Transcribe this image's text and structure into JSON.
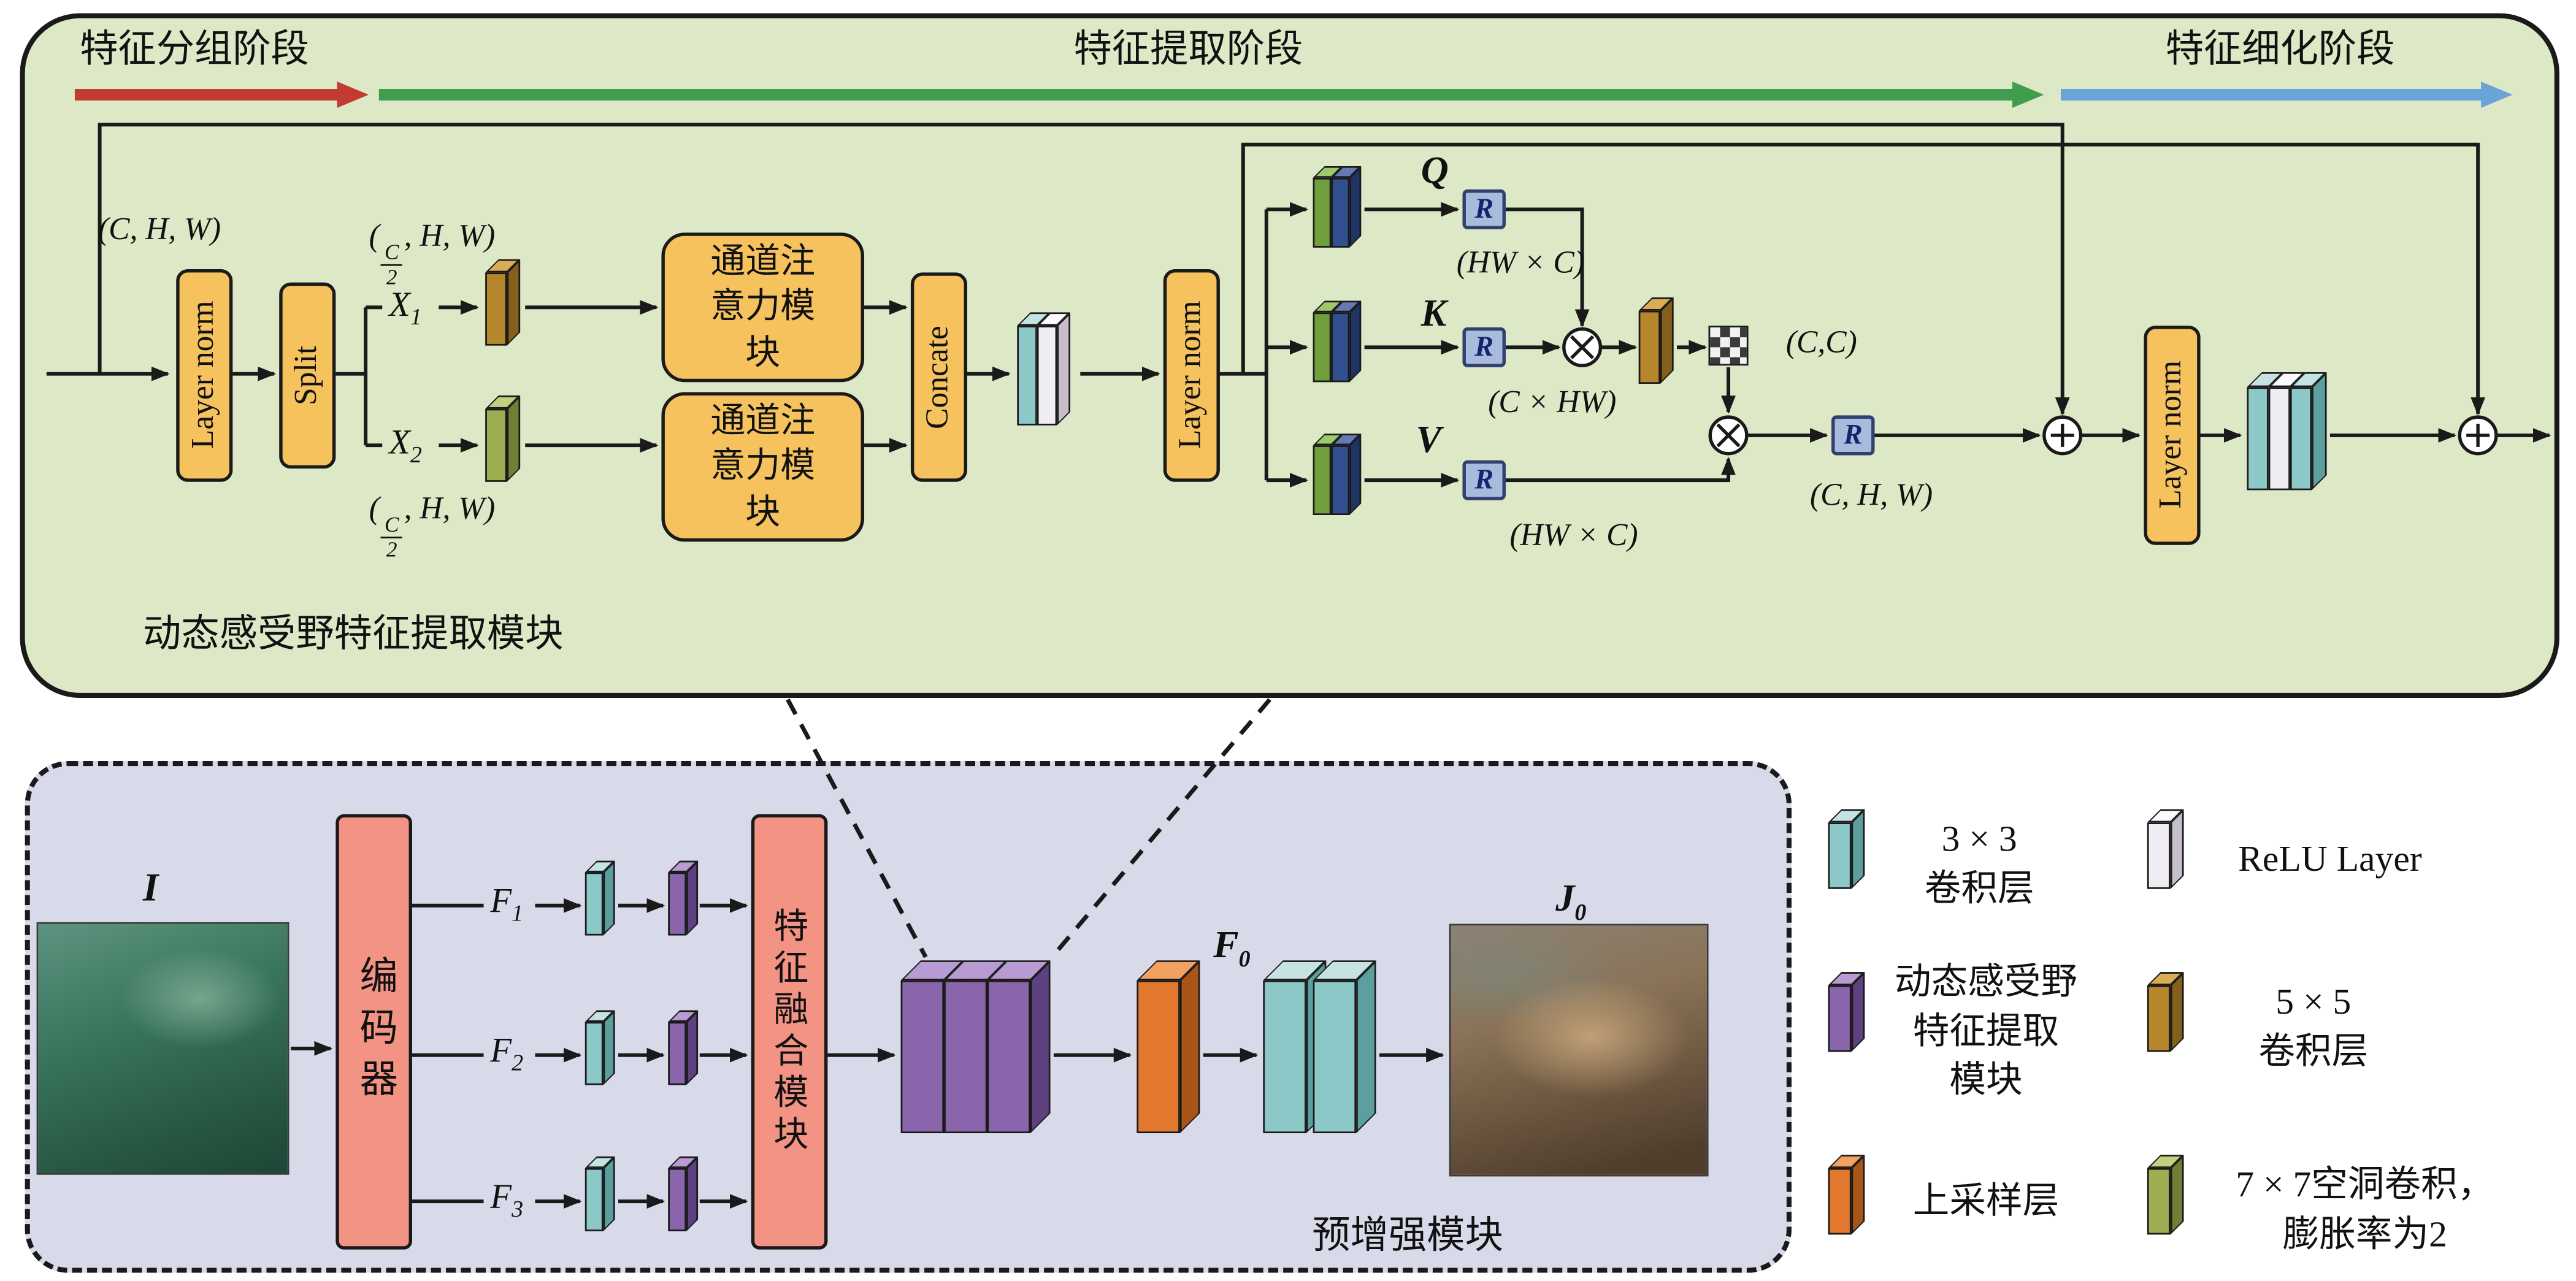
{
  "stages": [
    "特征分组阶段",
    "特征提取阶段",
    "特征细化阶段"
  ],
  "drf": {
    "title": "动态感受野特征提取模块",
    "input_dim": "(C, H, W)",
    "layer_norm": "Layer norm",
    "split": "Split",
    "x1": {
      "base": "X",
      "sub": "1"
    },
    "x2": {
      "base": "X",
      "sub": "2"
    },
    "half_dim": {
      "open": "(",
      "num": "C",
      "den": "2",
      "rest": ", H, W)"
    },
    "channel_attention": "通道注意力模块",
    "concate": "Concate",
    "q_label": "Q",
    "k_label": "K",
    "v_label": "V",
    "reshape": "R",
    "q_dim": "(HW × C)",
    "k_dim": "(C × HW)",
    "v_dim": "(HW × C)",
    "cc_dim": "(C,C)",
    "out_dim": "(C, H, W)"
  },
  "pre": {
    "title": "预增强模块",
    "input_label": {
      "base": "I"
    },
    "encoder": "编码器",
    "fusion": "特征融合模块",
    "f1": {
      "base": "F",
      "sub": "1"
    },
    "f2": {
      "base": "F",
      "sub": "2"
    },
    "f3": {
      "base": "F",
      "sub": "3"
    },
    "f0": {
      "base": "F",
      "sub": "0"
    },
    "j0": {
      "base": "J",
      "sub": "0"
    }
  },
  "legend": {
    "conv3": {
      "lines": [
        "3 × 3",
        "卷积层"
      ]
    },
    "relu": {
      "lines": [
        "ReLU Layer"
      ]
    },
    "drfm": {
      "lines": [
        "动态感受野",
        "特征提取",
        "模块"
      ]
    },
    "conv5": {
      "lines": [
        "5 × 5",
        "卷积层"
      ]
    },
    "upsample": {
      "lines": [
        "上采样层"
      ]
    },
    "dilated": {
      "lines": [
        "7 × 7空洞卷积，",
        "膨胀率为2"
      ]
    }
  },
  "colors": {
    "stage1": "#c23b33",
    "stage2": "#3f9e4d",
    "stage3": "#6aa3d8",
    "bg_top": "#dde8c6",
    "bg_bottom": "#d9dae9",
    "box_orange": "#f5c25e",
    "box_salmon": "#f29384",
    "rbox": "#a9bbdc",
    "conv3": "#8cc8c8",
    "relu": "#efecf3",
    "drfm": "#8a65ab",
    "conv5": "#b5862b",
    "upsample": "#e2782e",
    "dilated": "#9cad52",
    "qkv_green": "#6f9e3c",
    "qkv_blue": "#33508e"
  }
}
